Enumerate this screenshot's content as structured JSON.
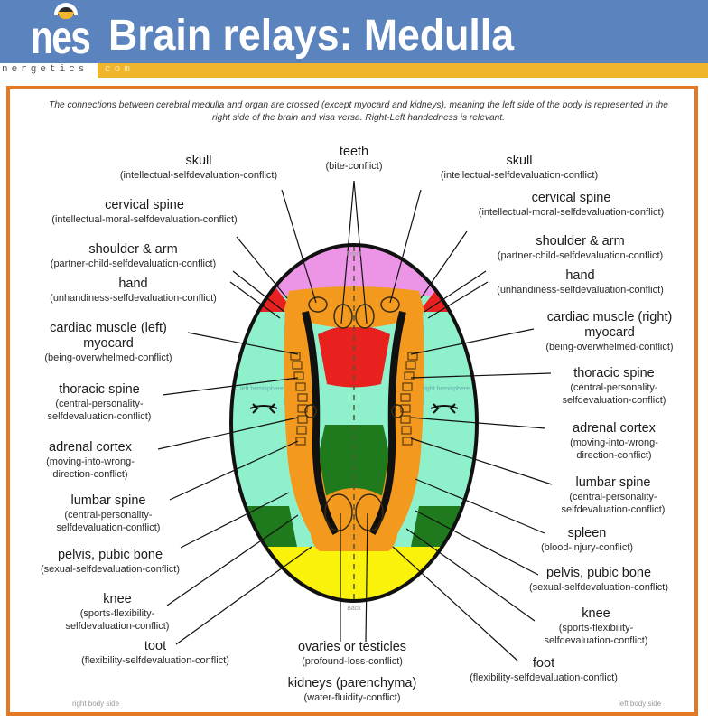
{
  "header": {
    "logo": "nes",
    "title": "Brain relays: Medulla",
    "subbar_left": "nergetics",
    "subbar_right": "com"
  },
  "intro": "The connections between cerebral medulla and organ are crossed (except myocard and kidneys), meaning the left side of the body is represented in the right side of the brain and visa versa. Right-Left handedness is relevant.",
  "diagram": {
    "top_marker": "Front",
    "bottom_marker": "Back",
    "left_hemisphere": "left hemisphere",
    "right_hemisphere": "right hemisphere",
    "colors": {
      "pink": "#ec95e6",
      "red": "#e8211e",
      "mint": "#8ff0cc",
      "dark_green": "#1e7a1c",
      "orange": "#f39a1e",
      "yellow": "#fbf20b",
      "outline": "#111111",
      "frame": "#e37825",
      "header": "#5b83be",
      "accent_bar": "#efb52c"
    }
  },
  "labels_left": [
    {
      "name": "skull",
      "conflict": "(intellectual-selfdevaluation-conflict)"
    },
    {
      "name": "cervical spine",
      "conflict": "(intellectual-moral-selfdevaluation-conflict)"
    },
    {
      "name": "shoulder & arm",
      "conflict": "(partner-child-selfdevaluation-conflict)"
    },
    {
      "name": "hand",
      "conflict": "(unhandiness-selfdevaluation-conflict)"
    },
    {
      "name": "cardiac muscle (left)",
      "name2": "myocard",
      "conflict": "(being-overwhelmed-conflict)"
    },
    {
      "name": "thoracic spine",
      "conflict": "(central-personality-",
      "conflict2": "selfdevaluation-conflict)"
    },
    {
      "name": "adrenal cortex",
      "conflict": "(moving-into-wrong-",
      "conflict2": "direction-conflict)"
    },
    {
      "name": "lumbar spine",
      "conflict": "(central-personality-",
      "conflict2": "selfdevaluation-conflict)"
    },
    {
      "name": "pelvis, pubic bone",
      "conflict": "(sexual-selfdevaluation-conflict)"
    },
    {
      "name": "knee",
      "conflict": "(sports-flexibility-",
      "conflict2": "selfdevaluation-conflict)"
    },
    {
      "name": "toot",
      "conflict": "(flexibility-selfdevaluation-conflict)"
    }
  ],
  "labels_center": [
    {
      "name": "teeth",
      "conflict": "(bite-conflict)"
    },
    {
      "name": "ovaries or testicles",
      "conflict": "(profound-loss-conflict)"
    },
    {
      "name": "kidneys (parenchyma)",
      "conflict": "(water-fluidity-conflict)"
    }
  ],
  "labels_right": [
    {
      "name": "skull",
      "conflict": "(intellectual-selfdevaluation-conflict)"
    },
    {
      "name": "cervical spine",
      "conflict": "(intellectual-moral-selfdevaluation-conflict)"
    },
    {
      "name": "shoulder & arm",
      "conflict": "(partner-child-selfdevaluation-conflict)"
    },
    {
      "name": "hand",
      "conflict": "(unhandiness-selfdevaluation-conflict)"
    },
    {
      "name": "cardiac muscle (right)",
      "name2": "myocard",
      "conflict": "(being-overwhelmed-conflict)"
    },
    {
      "name": "thoracic spine",
      "conflict": "(central-personality-",
      "conflict2": "selfdevaluation-conflict)"
    },
    {
      "name": "adrenal cortex",
      "conflict": "(moving-into-wrong-",
      "conflict2": "direction-conflict)"
    },
    {
      "name": "lumbar spine",
      "conflict": "(central-personality-",
      "conflict2": "selfdevaluation-conflict)"
    },
    {
      "name": "spleen",
      "conflict": "(blood-injury-conflict)"
    },
    {
      "name": "pelvis, pubic bone",
      "conflict": "(sexual-selfdevaluation-conflict)"
    },
    {
      "name": "knee",
      "conflict": "(sports-flexibility-",
      "conflict2": "selfdevaluation-conflict)"
    },
    {
      "name": "foot",
      "conflict": "(flexibility-selfdevaluation-conflict)"
    }
  ],
  "footer": {
    "left": "right body side",
    "right": "left body side"
  }
}
